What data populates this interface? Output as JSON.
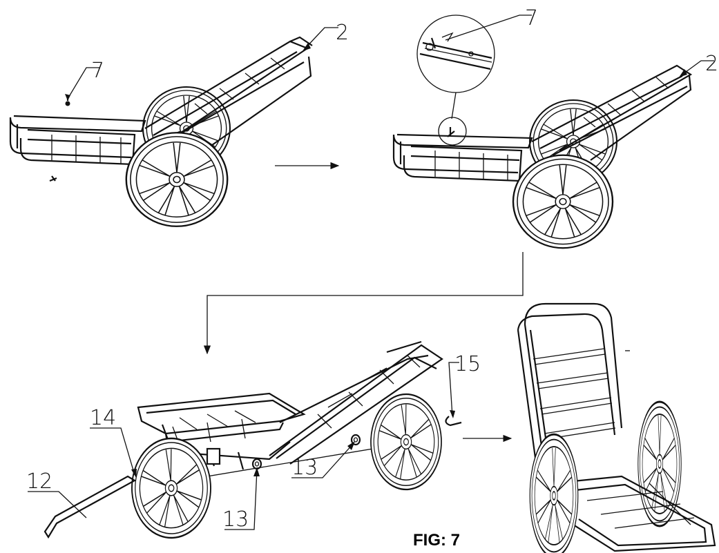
{
  "figure": {
    "caption": "FIG: 7"
  },
  "callouts": {
    "step1_latch": "7",
    "step1_handle": "2",
    "step2_latch": "7",
    "step2_handle": "2",
    "step3_axle": "12",
    "step3_wheel": "14",
    "step3_washer_left": "13",
    "step3_washer_right": "13",
    "step3_pin": "15"
  },
  "colors": {
    "line": "#111111",
    "background": "#ffffff"
  }
}
